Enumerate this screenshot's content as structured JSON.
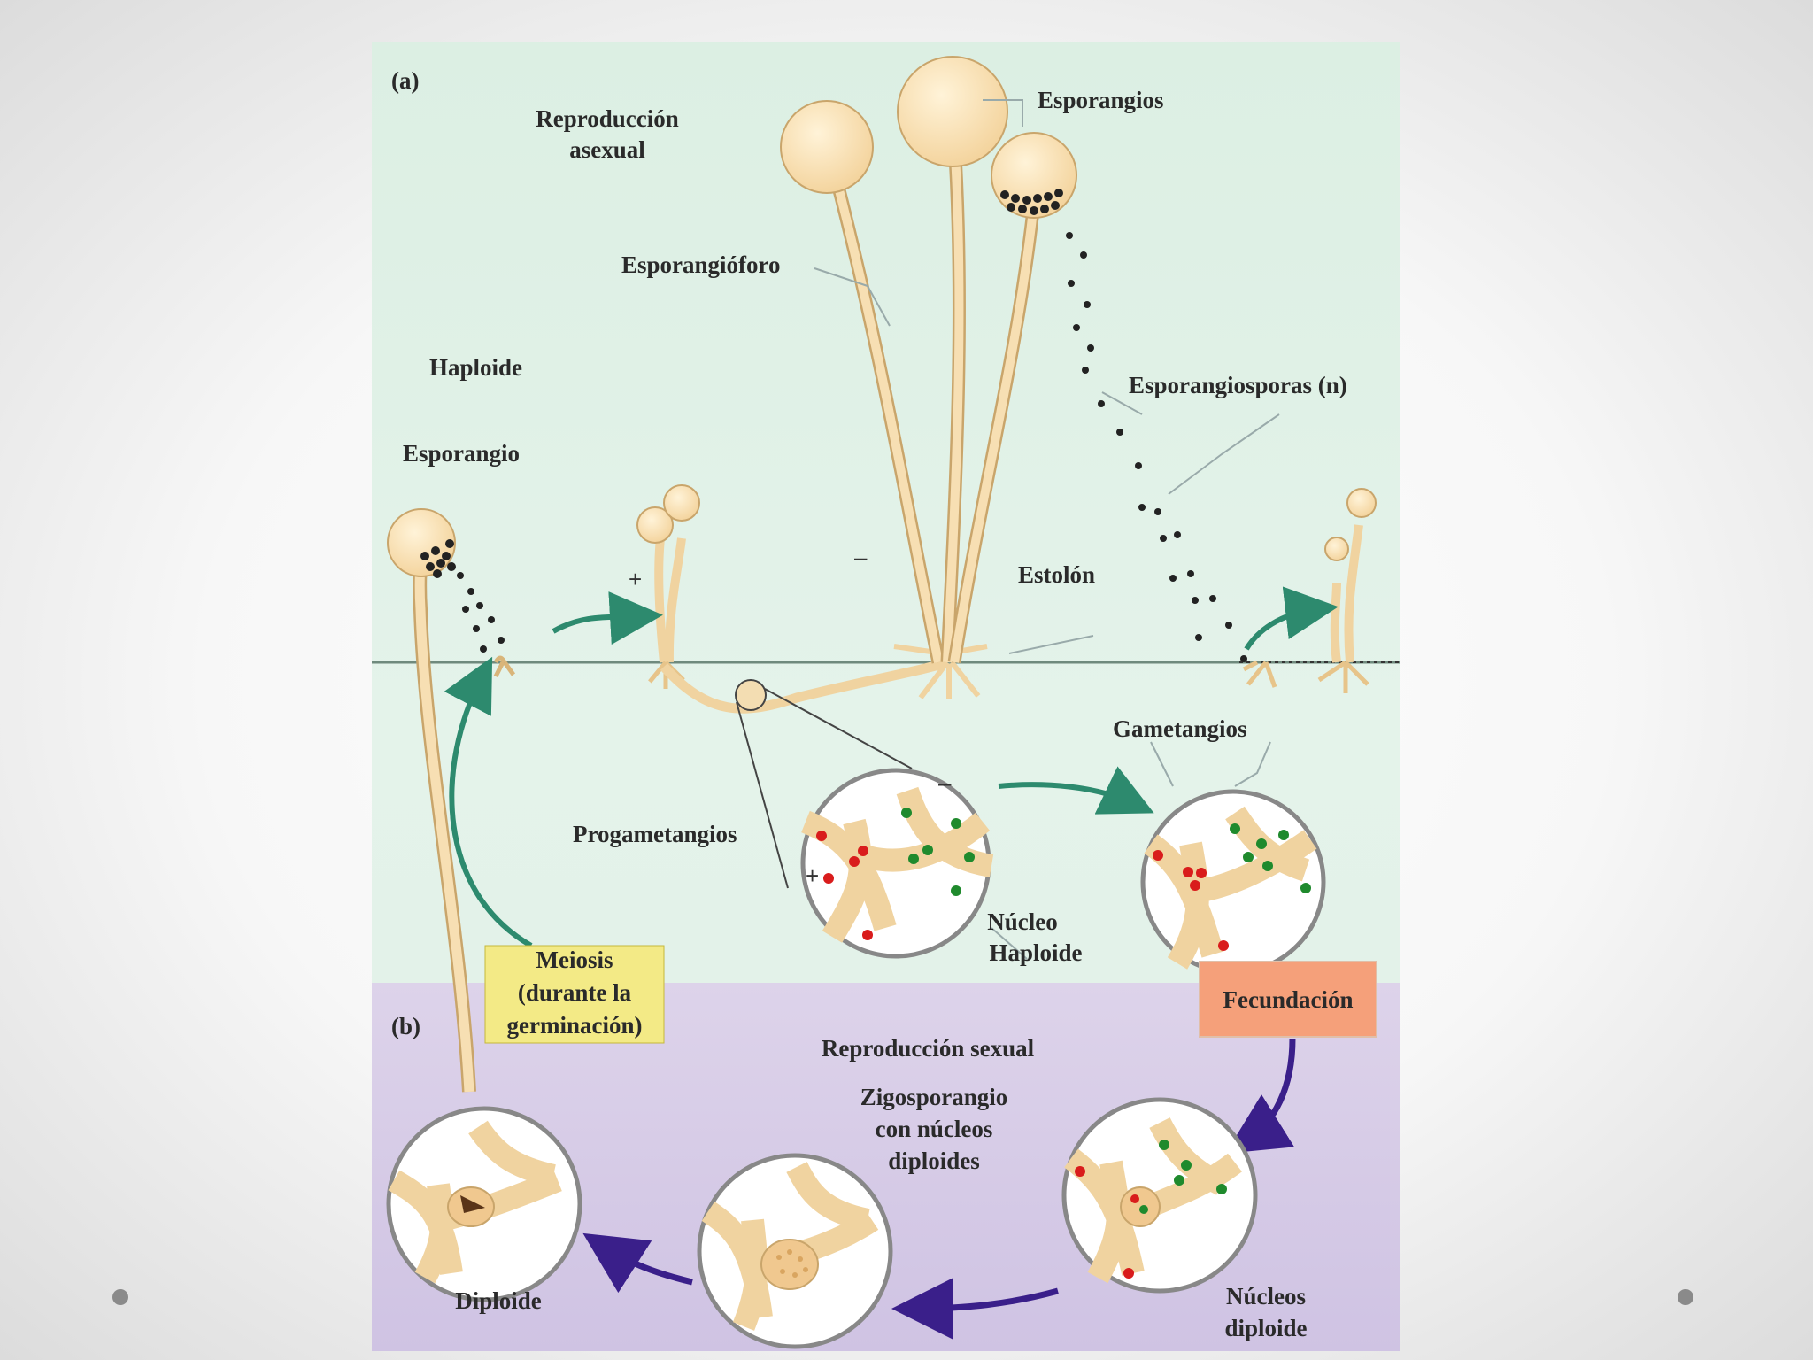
{
  "labels": {
    "panel_a": "(a)",
    "panel_b": "(b)",
    "asexual": [
      "Reproducción",
      "asexual"
    ],
    "esporangios": "Esporangios",
    "esporangioforo": "Esporangióforo",
    "haploide": "Haploide",
    "esporangiosporas": "Esporangiosporas (n)",
    "esporangio": "Esporangio",
    "estolon": "Estolón",
    "gametangios": "Gametangios",
    "progametangios": "Progametangios",
    "nucleo_haploide": [
      "Núcleo",
      "Haploide"
    ],
    "meiosis": [
      "Meiosis",
      "(durante la",
      "germinación)"
    ],
    "fecundacion": "Fecundación",
    "sexual": "Reproducción sexual",
    "zigosporangio": [
      "Zigosporangio",
      "con núcleos",
      "diploides"
    ],
    "diploide": "Diploide",
    "nucleos_diploide": [
      "Núcleos",
      "diploide"
    ],
    "plus": "+",
    "minus": "–"
  },
  "colors": {
    "haploid_bg": "#dcefe3",
    "diploid_bg": "#ddd3ea",
    "hypha": "#f7dfb3",
    "hypha_stroke": "#c9a56b",
    "arrow_green": "#2d8a6e",
    "arrow_purple": "#3a1f8a",
    "nucleus_red": "#d91c1c",
    "nucleus_green": "#1f8a2d",
    "meiosis_box": "#f3ea86",
    "fecundacion_box": "#f5a07a"
  }
}
